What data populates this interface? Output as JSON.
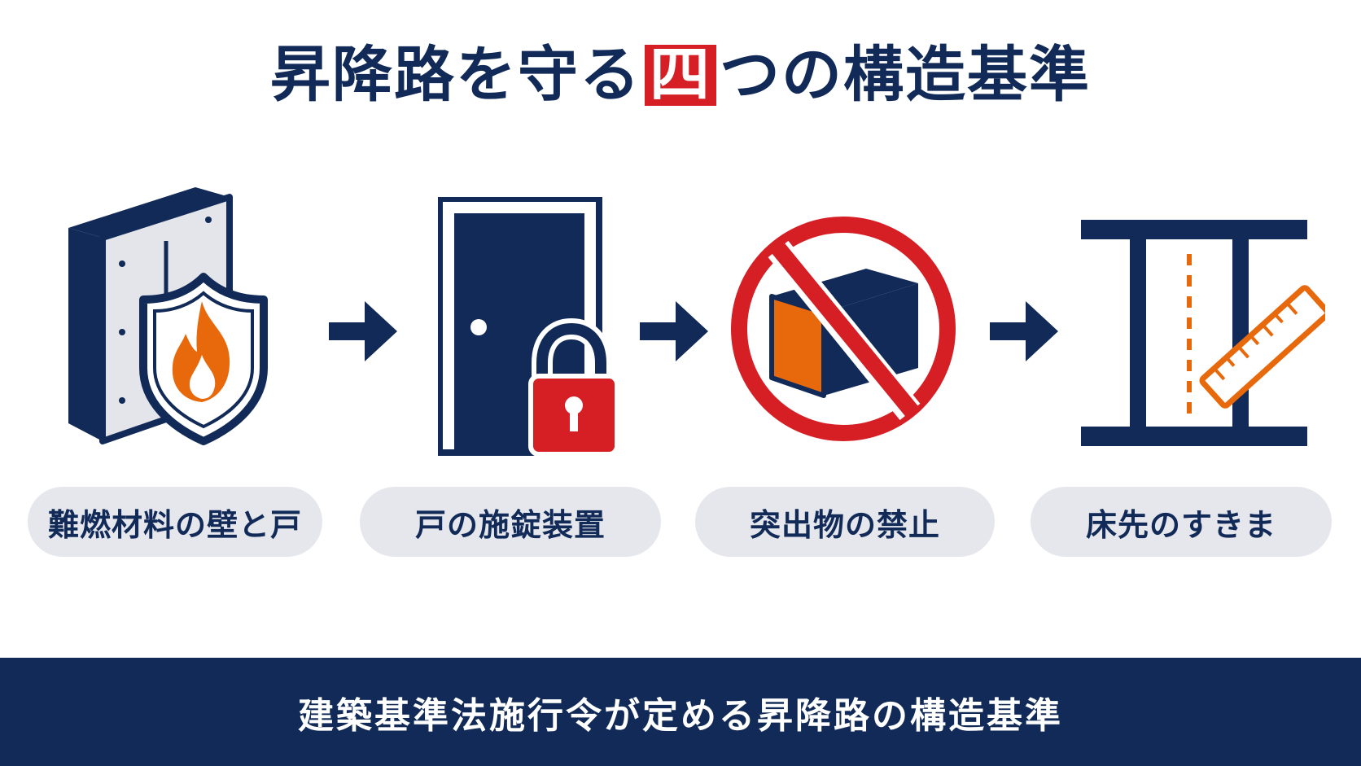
{
  "title": {
    "before": "昇降路を守る",
    "highlight": "四",
    "after": "つの構造基準"
  },
  "steps": [
    {
      "label": "難燃材料の壁と戸",
      "icon": "fire-shield-wall-icon"
    },
    {
      "label": "戸の施錠装置",
      "icon": "door-lock-icon"
    },
    {
      "label": "突出物の禁止",
      "icon": "no-protrusion-icon"
    },
    {
      "label": "床先のすきま",
      "icon": "floor-gap-ruler-icon"
    }
  ],
  "footer": {
    "text": "建築基準法施行令が定める昇降路の構造基準"
  },
  "colors": {
    "navy": "#112a57",
    "red": "#d51f25",
    "orange": "#e8690b",
    "pill": "#e6e7ec"
  }
}
